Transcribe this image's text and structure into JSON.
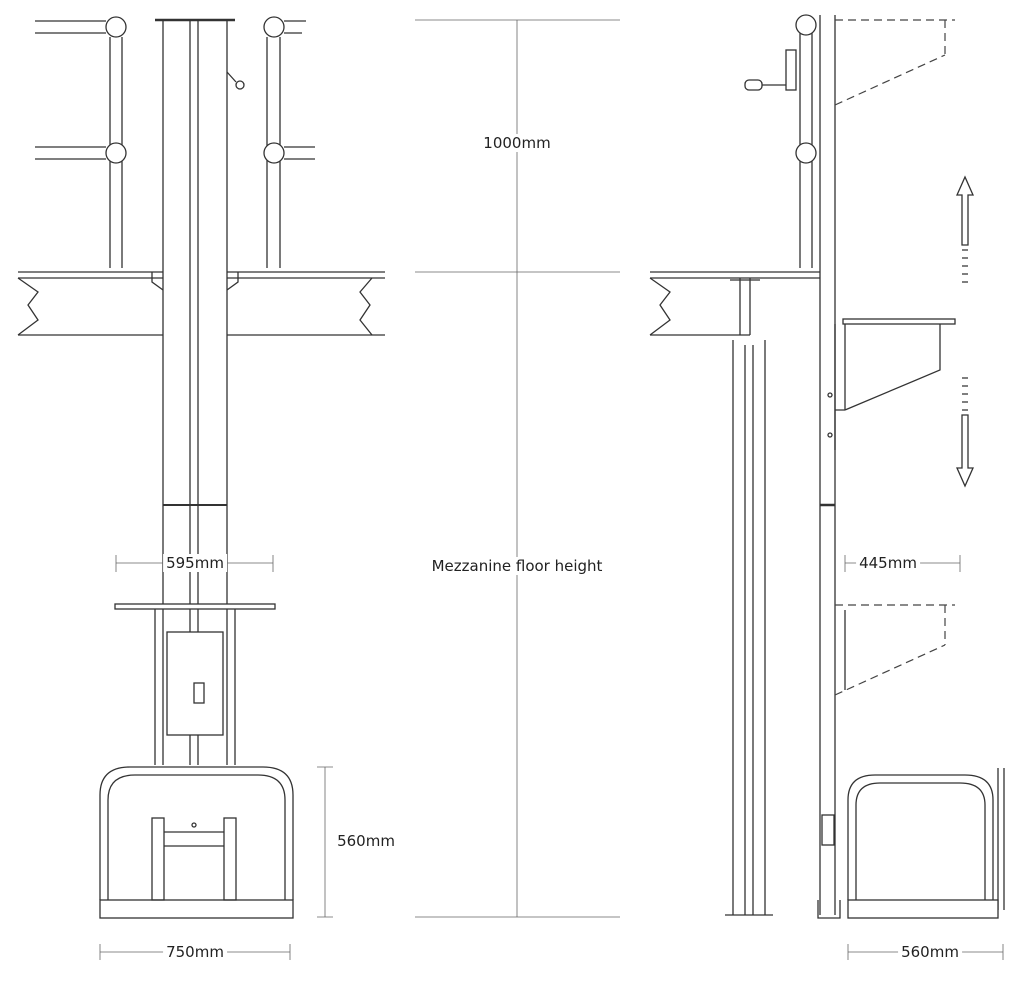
{
  "dimensions": {
    "guard_height": "1000mm",
    "floor_height": "Mezzanine floor height",
    "carriage_width_front": "595mm",
    "carriage_depth_side": "445mm",
    "gate_height": "560mm",
    "base_width_front": "750mm",
    "base_depth_side": "560mm"
  },
  "icons": {
    "up": "arrow-up-icon",
    "down": "arrow-down-icon"
  },
  "colors": {
    "line": "#333333",
    "background": "#ffffff"
  }
}
